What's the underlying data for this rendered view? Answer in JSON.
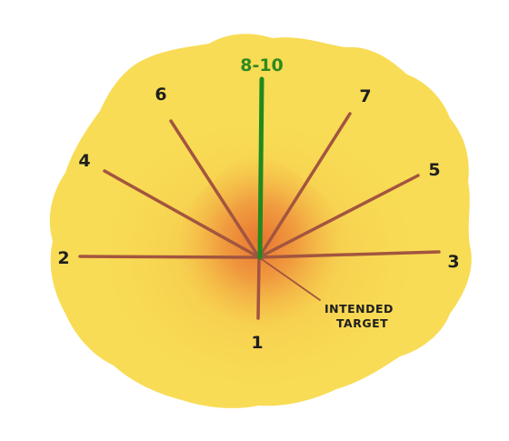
{
  "diagram": {
    "labels": {
      "top": "8-10",
      "six": "6",
      "seven": "7",
      "four": "4",
      "five": "5",
      "two": "2",
      "three": "3",
      "one": "1",
      "target_line1": "INTENDED",
      "target_line2": "TARGET"
    },
    "colors": {
      "splash_outer": "#f8dc55",
      "splash_mid": "#f3b744",
      "splash_core": "#ea7a36",
      "line_brown": "#a3553f",
      "line_green": "#1f8a1e"
    }
  }
}
